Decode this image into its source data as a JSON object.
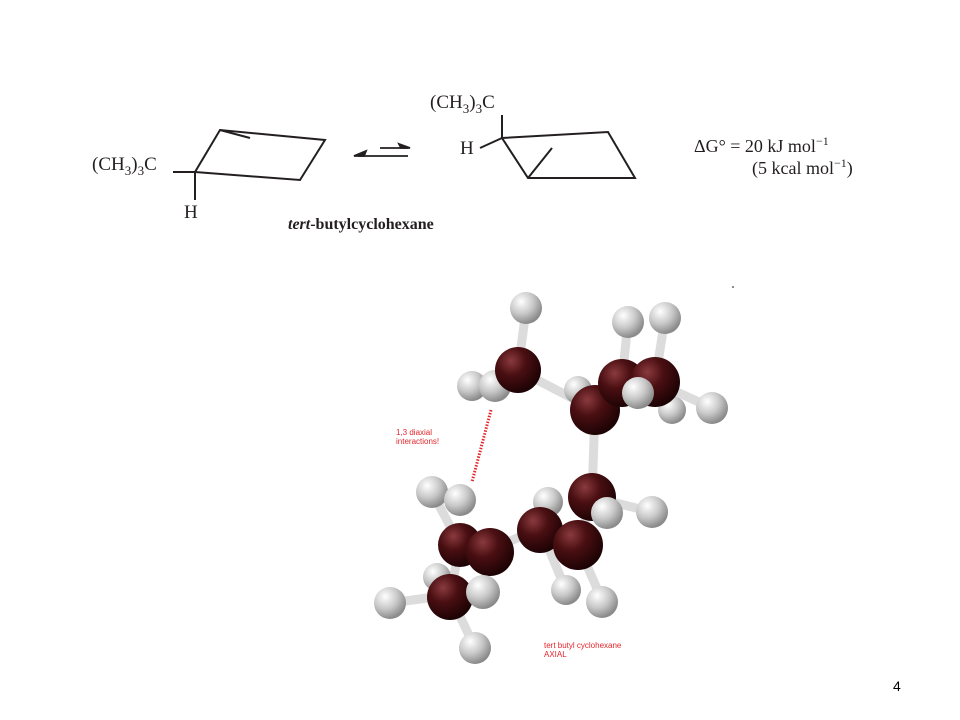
{
  "reaction": {
    "left_substituent_main": "(CH",
    "left_substituent_sub": "3",
    "left_substituent_close": ")",
    "left_substituent_sub2": "3",
    "left_substituent_end": "C",
    "left_h": "H",
    "right_substituent_main": "(CH",
    "right_substituent_sub": "3",
    "right_substituent_close": ")",
    "right_substituent_sub2": "3",
    "right_substituent_end": "C",
    "right_h": "H",
    "name_italic": "tert",
    "name_rest": "-butylcyclohexane"
  },
  "energy": {
    "line1_prefix": "ΔG° = 20 kJ mol",
    "line1_sup": "−1",
    "line2_prefix": "(5 kcal mol",
    "line2_sup": "−1",
    "line2_suffix": ")"
  },
  "model": {
    "annotation_interaction": [
      "1,3 diaxial",
      "interactions!"
    ],
    "annotation_caption": [
      "tert butyl cyclohexane",
      "AXIAL"
    ],
    "carbon_color": "#4a0f12",
    "hydrogen_color": "#c8c8c8",
    "bond_color": "#d8d8d8",
    "annotation_color": "#e3262b"
  },
  "footer": {
    "page_number": "4"
  }
}
